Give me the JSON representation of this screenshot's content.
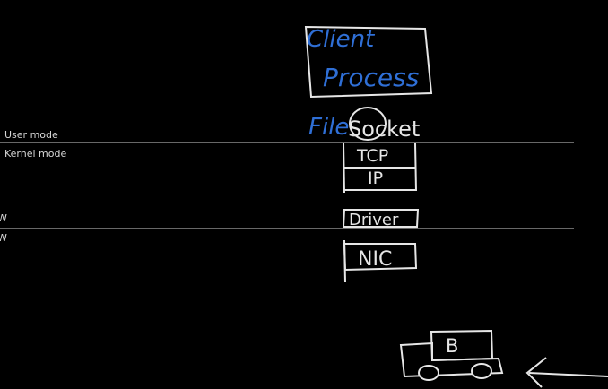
{
  "labels": {
    "user_mode": "User mode",
    "kernel_mode": "Kernel mode",
    "sw_cut": "W",
    "hw_cut": "W"
  },
  "stack": {
    "client_line1": "Client",
    "client_line2": "Process",
    "file_label": "File",
    "socket": "Socket",
    "tcp": "TCP",
    "ip": "IP",
    "driver": "Driver",
    "nic": "NIC"
  },
  "truck": {
    "cargo_label": "B"
  },
  "colors": {
    "background": "#000000",
    "chalk": "#e6e6e6",
    "ink_blue": "#2f6fd6",
    "divider": "#cfcfcf"
  }
}
